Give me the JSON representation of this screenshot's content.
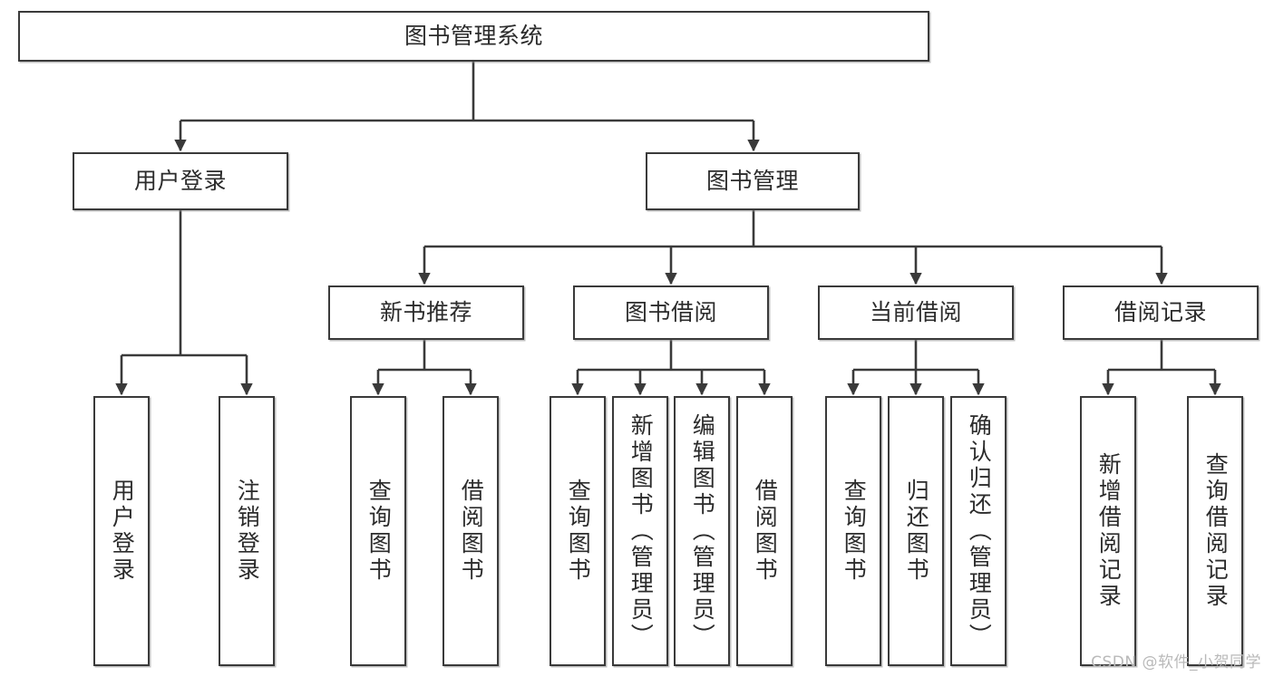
{
  "diagram": {
    "title": "图书管理系统",
    "type": "tree",
    "watermark": "CSDN @软件_小贺同学",
    "colors": {
      "stroke": "#3a3a3a",
      "box_fill": "#ffffff",
      "text": "#2b2b2b",
      "watermark": "#b9b9b9",
      "background": "#ffffff"
    },
    "root": {
      "label": "图书管理系统"
    },
    "level2": [
      {
        "label": "用户登录"
      },
      {
        "label": "图书管理"
      }
    ],
    "level3": [
      {
        "label": "新书推荐"
      },
      {
        "label": "图书借阅"
      },
      {
        "label": "当前借阅"
      },
      {
        "label": "借阅记录"
      }
    ],
    "leaves": {
      "user_login": [
        {
          "label": "用户登录"
        },
        {
          "label": "注销登录"
        }
      ],
      "new_book": [
        {
          "label": "查询图书"
        },
        {
          "label": "借阅图书"
        }
      ],
      "book_borrow": [
        {
          "label": "查询图书"
        },
        {
          "label": "新增图书（管理员）"
        },
        {
          "label": "编辑图书（管理员）"
        },
        {
          "label": "借阅图书"
        }
      ],
      "current_borrow": [
        {
          "label": "查询图书"
        },
        {
          "label": "归还图书"
        },
        {
          "label": "确认归还（管理员）"
        }
      ],
      "borrow_record": [
        {
          "label": "新增借阅记录"
        },
        {
          "label": "查询借阅记录"
        }
      ]
    }
  }
}
